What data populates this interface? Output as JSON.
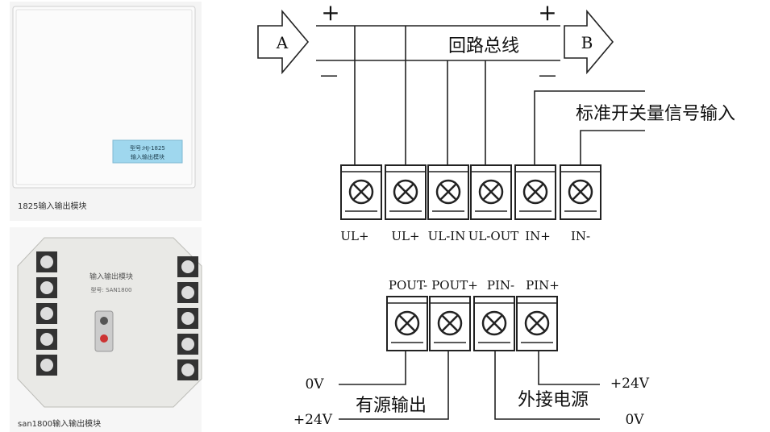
{
  "photos": {
    "top_caption": "1825输入输出模块",
    "top_device_text": [
      "型号:HJ-1825",
      "输入输出模块"
    ],
    "bottom_caption": "san1800输入输出模块",
    "bottom_device_text": [
      "输入输出模块",
      "型号: SAN1800"
    ]
  },
  "bus": {
    "arrow_a": "A",
    "arrow_b": "B",
    "plus_left": "+",
    "minus_left": "—",
    "plus_right": "+",
    "minus_right": "—",
    "label": "回路总线"
  },
  "switch_input_label": "标准开关量信号输入",
  "top_terminals": [
    "UL+",
    "UL+",
    "UL-IN",
    "UL-OUT",
    "IN+",
    "IN-"
  ],
  "bottom_terminals": [
    "POUT-",
    "POUT+",
    "PIN-",
    "PIN+"
  ],
  "left_side": {
    "v0": "0V",
    "v24": "+24V",
    "label": "有源输出"
  },
  "right_side": {
    "v24": "+24V",
    "v0": "0V",
    "label": "外接电源"
  }
}
